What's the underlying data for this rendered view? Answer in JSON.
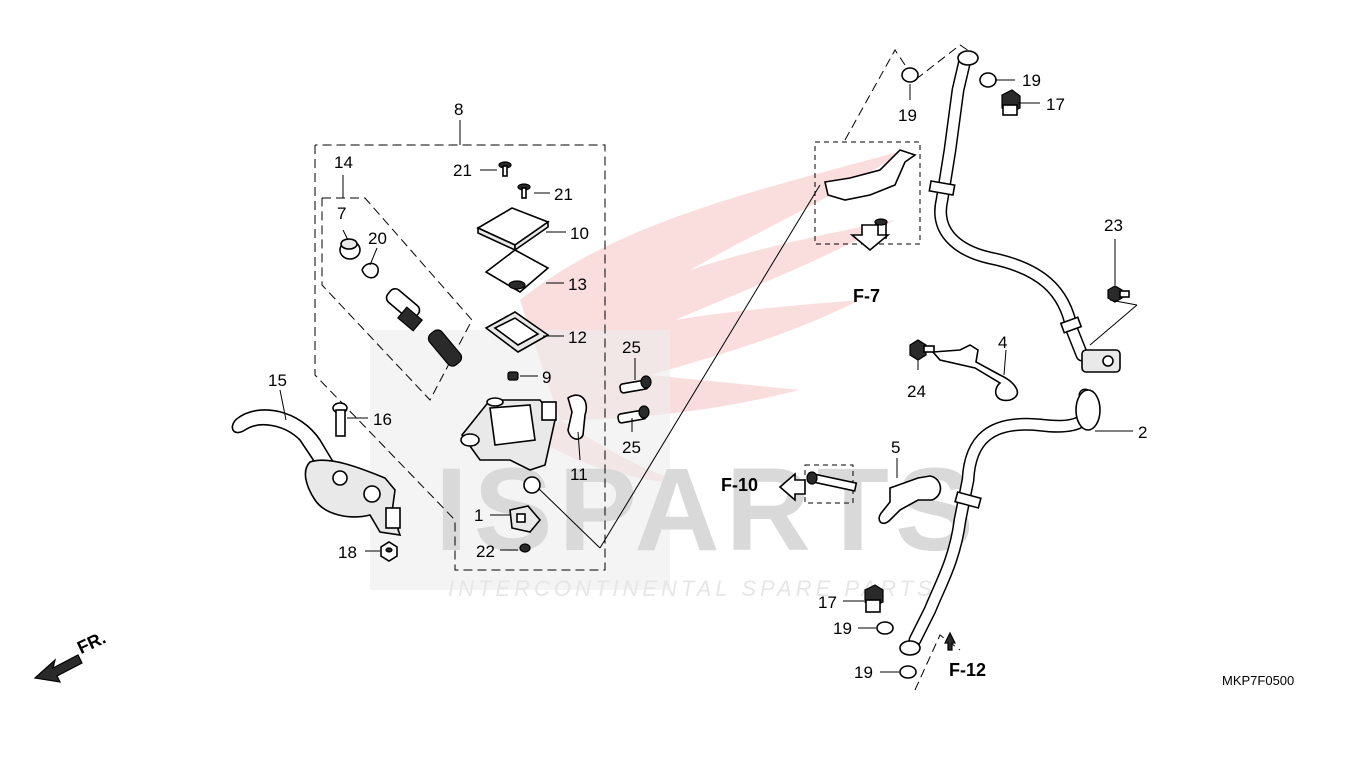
{
  "diagram": {
    "drawing_code": "MKP7F0500",
    "front_label": "FR.",
    "watermark": {
      "brand_text": "ISPARTS",
      "tagline": "INTERCONTINENTAL SPARE PARTS",
      "accent_color": "#e03030"
    },
    "references": {
      "f7": "F-7",
      "f10": "F-10",
      "f12": "F-12"
    },
    "callouts": {
      "c1": "1",
      "c2": "2",
      "c4": "4",
      "c5": "5",
      "c7": "7",
      "c8": "8",
      "c9": "9",
      "c10": "10",
      "c11": "11",
      "c12": "12",
      "c13": "13",
      "c14": "14",
      "c15": "15",
      "c16": "16",
      "c17a": "17",
      "c17b": "17",
      "c18": "18",
      "c19a": "19",
      "c19b": "19",
      "c19c": "19",
      "c19d": "19",
      "c20": "20",
      "c21a": "21",
      "c21b": "21",
      "c22": "22",
      "c23": "23",
      "c24": "24",
      "c25a": "25",
      "c25b": "25"
    }
  }
}
